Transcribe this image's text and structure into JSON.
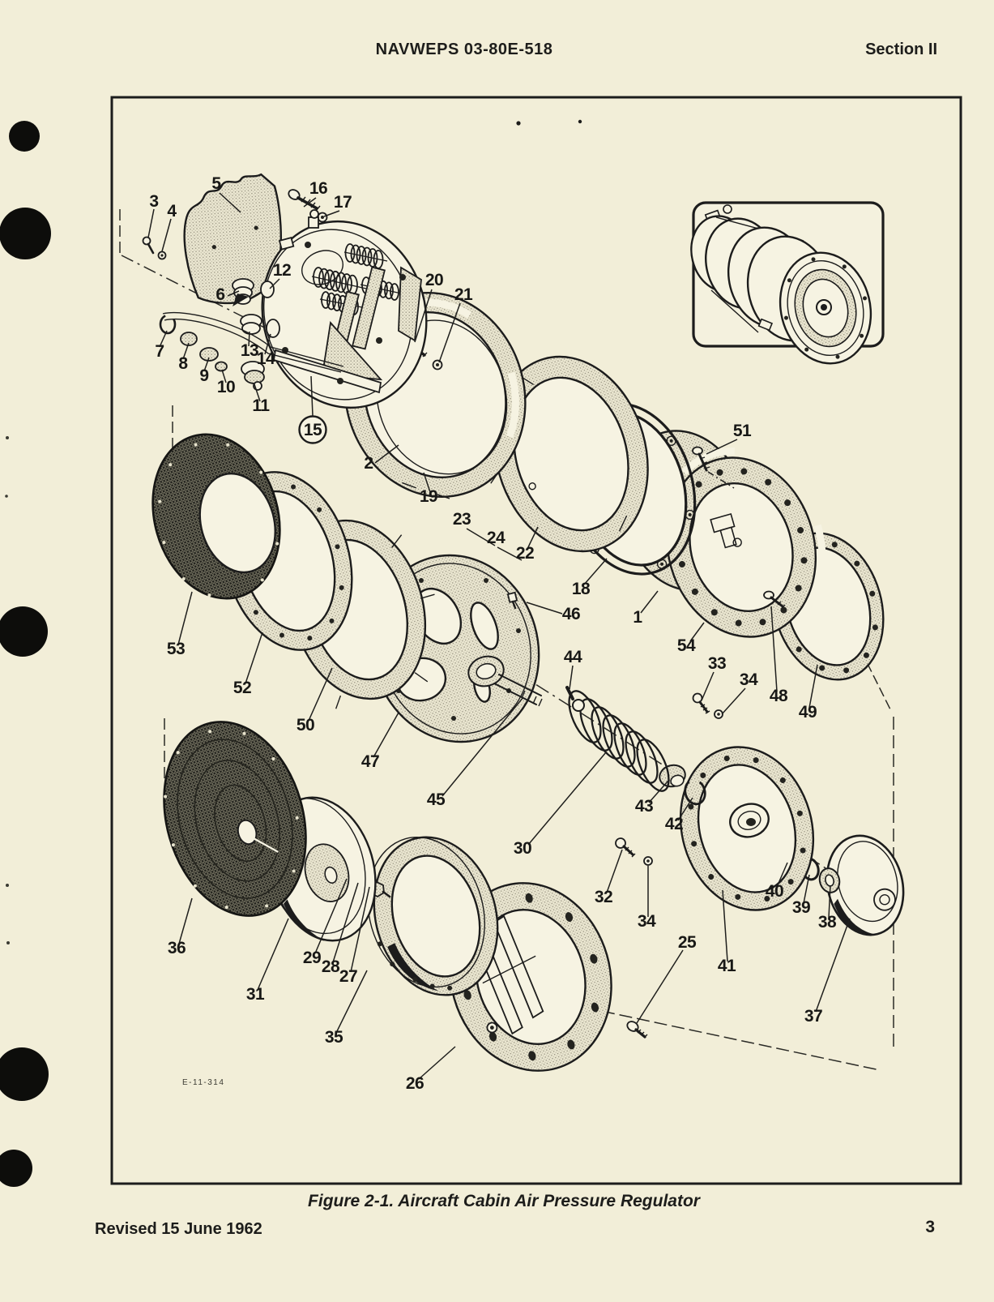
{
  "header": {
    "doc_number": "NAVWEPS 03-80E-518",
    "section": "Section II"
  },
  "fig": {
    "caption": "Figure 2-1.  Aircraft Cabin Air Pressure Regulator",
    "drawing_number": "E-11-314",
    "callouts": [
      "3",
      "4",
      "5",
      "16",
      "17",
      "12",
      "6",
      "20",
      "21",
      "7",
      "8",
      "9",
      "13",
      "14",
      "10",
      "11",
      "15",
      "2",
      "19",
      "23",
      "24",
      "22",
      "18",
      "51",
      "1",
      "54",
      "46",
      "53",
      "52",
      "50",
      "47",
      "45",
      "44",
      "33",
      "34",
      "48",
      "49",
      "43",
      "42",
      "30",
      "32",
      "34",
      "40",
      "39",
      "38",
      "41",
      "25",
      "37",
      "36",
      "29",
      "28",
      "27",
      "31",
      "35",
      "26"
    ]
  },
  "footer": {
    "revision": "Revised 15 June 1962",
    "page_number": "3"
  }
}
